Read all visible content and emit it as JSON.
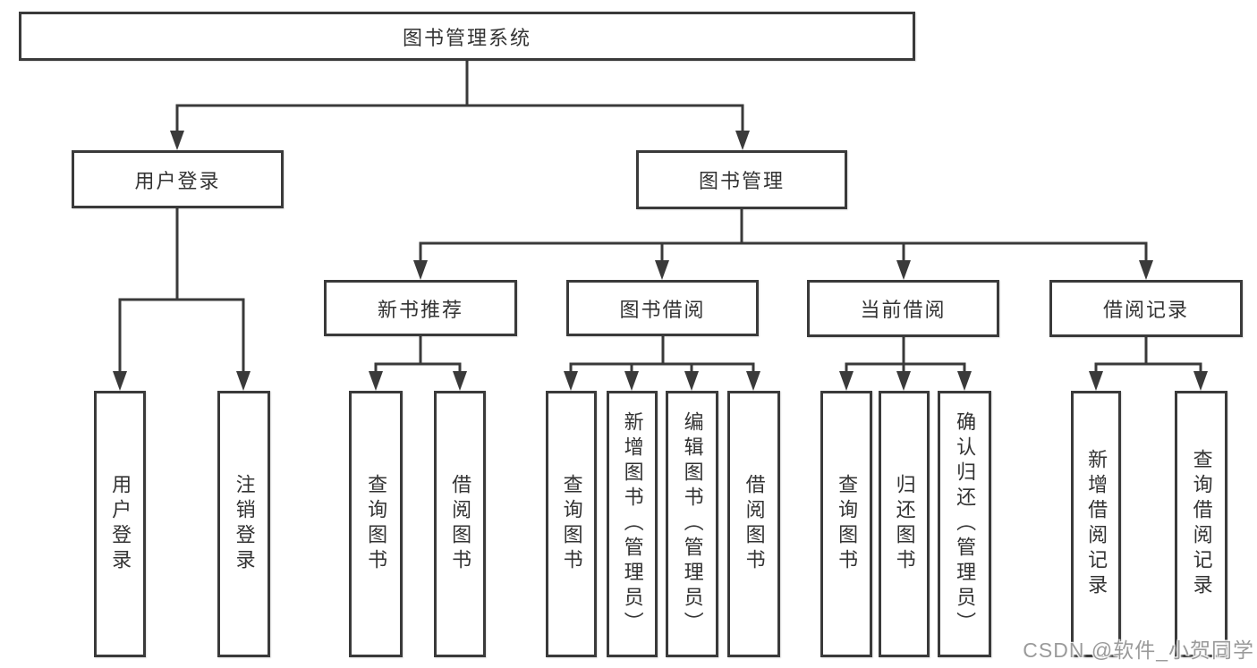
{
  "diagram": {
    "root": {
      "label": "图书管理系统",
      "children": [
        {
          "label": "用户登录",
          "children": [
            {
              "label": "用户登录"
            },
            {
              "label": "注销登录"
            }
          ]
        },
        {
          "label": "图书管理",
          "children": [
            {
              "label": "新书推荐",
              "children": [
                {
                  "label": "查询图书"
                },
                {
                  "label": "借阅图书"
                }
              ]
            },
            {
              "label": "图书借阅",
              "children": [
                {
                  "label": "查询图书"
                },
                {
                  "label": "新增图书（管理员）"
                },
                {
                  "label": "编辑图书（管理员）"
                },
                {
                  "label": "借阅图书"
                }
              ]
            },
            {
              "label": "当前借阅",
              "children": [
                {
                  "label": "查询图书"
                },
                {
                  "label": "归还图书"
                },
                {
                  "label": "确认归还（管理员）"
                }
              ]
            },
            {
              "label": "借阅记录",
              "children": [
                {
                  "label": "新增借阅记录"
                },
                {
                  "label": "查询借阅记录"
                }
              ]
            }
          ]
        }
      ]
    }
  },
  "watermark": {
    "text": "CSDN @软件_小贺同学"
  },
  "colors": {
    "line": "#3a3a3a",
    "text": "#333333",
    "background": "#ffffff",
    "watermark": "#9a9a9a"
  }
}
